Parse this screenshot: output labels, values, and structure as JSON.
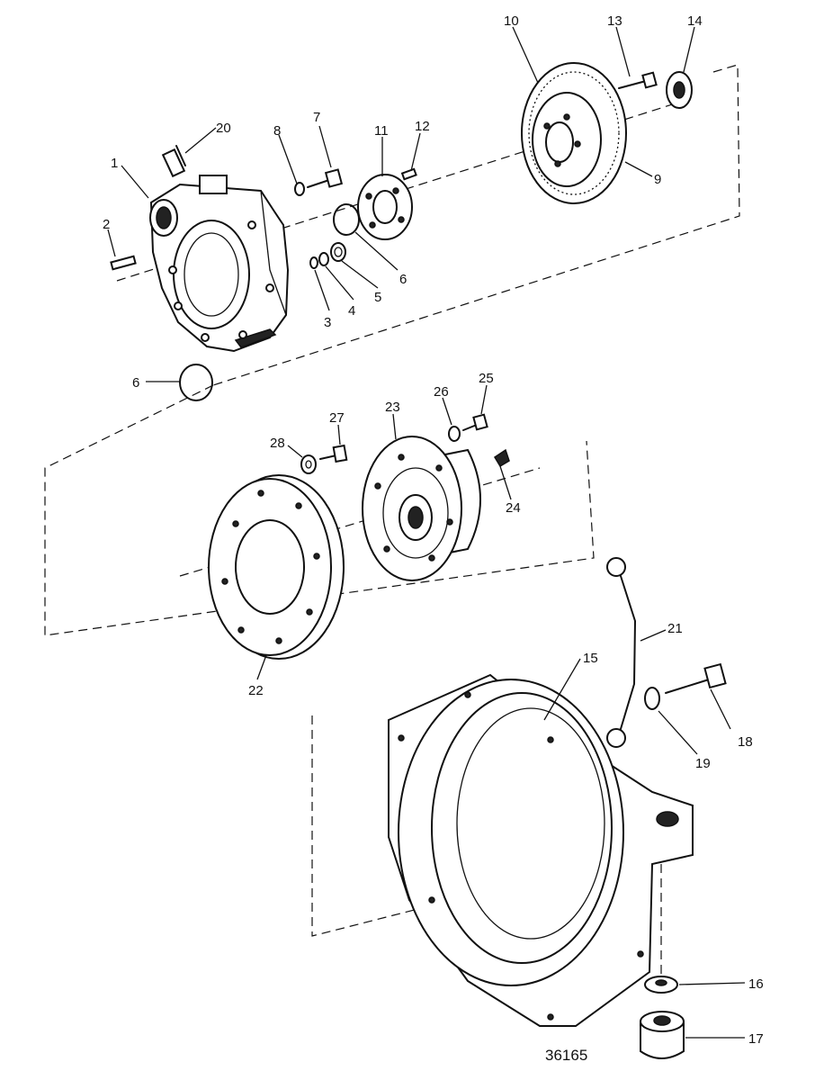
{
  "figure_number": "36165",
  "callouts": [
    "1",
    "2",
    "3",
    "4",
    "5",
    "6",
    "6",
    "7",
    "8",
    "9",
    "10",
    "11",
    "12",
    "13",
    "14",
    "15",
    "16",
    "17",
    "18",
    "19",
    "20",
    "21",
    "22",
    "23",
    "24",
    "25",
    "26",
    "27",
    "28"
  ]
}
